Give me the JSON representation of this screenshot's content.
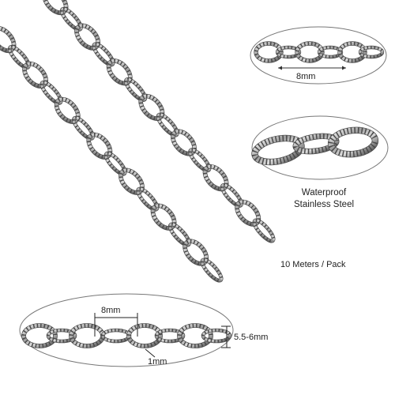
{
  "detail_top": {
    "dimension_label": "8mm"
  },
  "detail_mid": {
    "caption_line1": "Waterproof",
    "caption_line2": "Stainless Steel"
  },
  "pack_note": "10 Meters / Pack",
  "detail_bottom": {
    "length_label": "8mm",
    "height_label": "5.5-6mm",
    "wire_label": "1mm"
  },
  "colors": {
    "steel_light": "#e6e6e6",
    "steel_mid": "#a9a9a9",
    "steel_dark": "#3d3d3d",
    "outline": "#555555"
  }
}
